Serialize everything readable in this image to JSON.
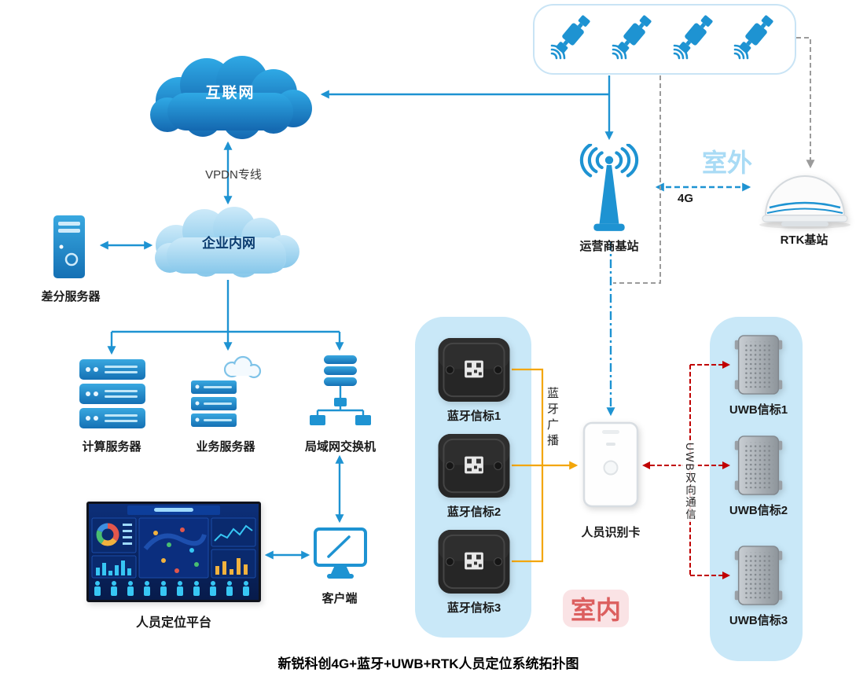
{
  "caption": "新锐科创4G+蓝牙+UWB+RTK人员定位系统拓扑图",
  "colors": {
    "blue": "#1E93D2",
    "deep_blue": "#1467AE",
    "panel_blue": "#C9E8F8",
    "box_border_blue": "#C9E4F5",
    "orange": "#F3A60A",
    "red": "#C00000",
    "gray": "#9B9B9B",
    "navy": "#0B3C70",
    "outdoor_text": "#A9DBF5",
    "indoor_text": "#DC5F5F",
    "indoor_bg": "#FAE3E5"
  },
  "labels": {
    "internet": "互联网",
    "vpdn": "VPDN专线",
    "intranet": "企业内网",
    "diff_server": "差分服务器",
    "compute_server": "计算服务器",
    "business_server": "业务服务器",
    "lan_switch": "局域网交换机",
    "platform": "人员定位平台",
    "client": "客户端",
    "carrier_station": "运营商基站",
    "outdoor": "室外",
    "rtk_station": "RTK基站",
    "g4": "4G",
    "bt_broadcast": "蓝牙广播",
    "person_card": "人员识别卡",
    "uwb_comm": "UWB双向通信",
    "indoor": "室内"
  },
  "bt_beacons": [
    {
      "label": "蓝牙信标1"
    },
    {
      "label": "蓝牙信标2"
    },
    {
      "label": "蓝牙信标3"
    }
  ],
  "uwb_beacons": [
    {
      "label": "UWB信标1"
    },
    {
      "label": "UWB信标2"
    },
    {
      "label": "UWB信标3"
    }
  ]
}
